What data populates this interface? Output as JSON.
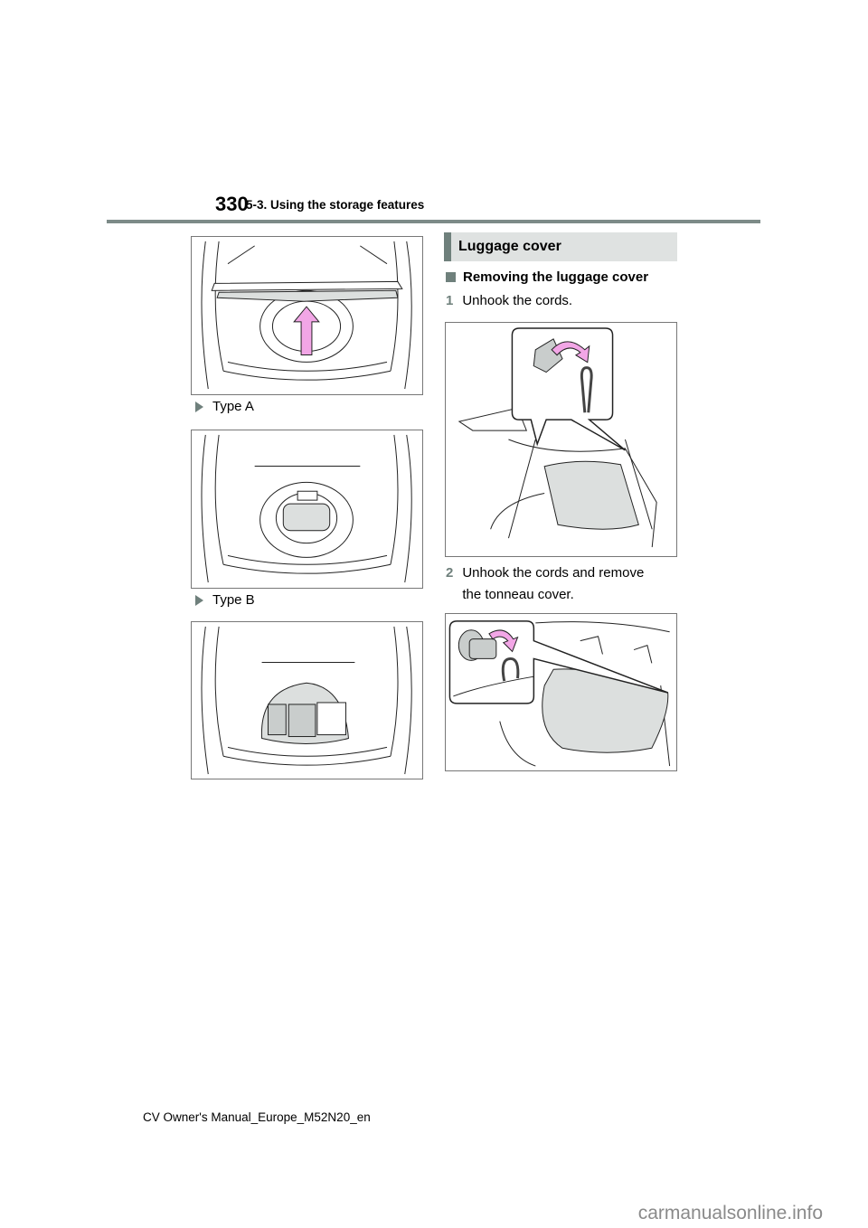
{
  "header": {
    "page_number": "330",
    "section_title": "5-3. Using the storage features"
  },
  "left_column": {
    "figures": [
      {
        "id": "fig-luggage-cover-removal",
        "caption": ""
      },
      {
        "id": "fig-type-a",
        "caption": "Type A"
      },
      {
        "id": "fig-type-b",
        "caption": "Type B"
      }
    ]
  },
  "right_column": {
    "heading": "Luggage cover",
    "subheading": "Removing the luggage cover",
    "steps": [
      {
        "number": "1",
        "text": "Unhook the cords."
      },
      {
        "number": "2",
        "text": "Unhook the cords and remove the tonneau cover."
      }
    ]
  },
  "colors": {
    "accent": "#6f807c",
    "arrow": "#f2a6e6",
    "panel_fill": "#dcdfde"
  },
  "footer": {
    "manual_id": "CV Owner's Manual_Europe_M52N20_en",
    "watermark": "carmanualsonline.info"
  }
}
